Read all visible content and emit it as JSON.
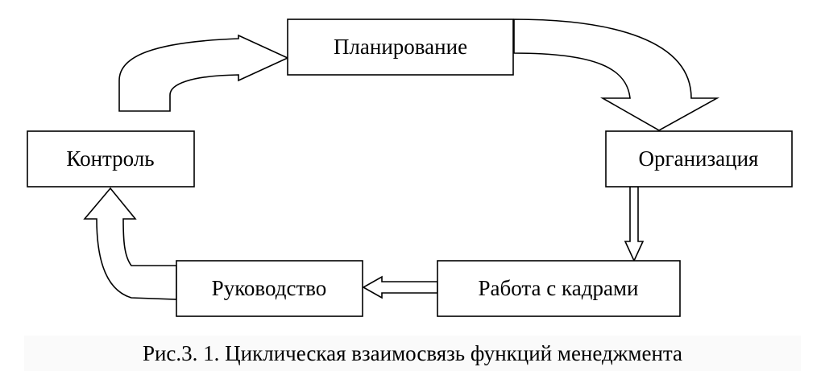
{
  "diagram": {
    "nodes": {
      "planning": "Планирование",
      "organization": "Организация",
      "staffing": "Работа с кадрами",
      "leadership": "Руководство",
      "control": "Контроль"
    },
    "caption": "Рис.3. 1.  Циклическая взаимосвязь функций менеджмента"
  },
  "colors": {
    "line": "#000000",
    "fill": "#ffffff"
  }
}
